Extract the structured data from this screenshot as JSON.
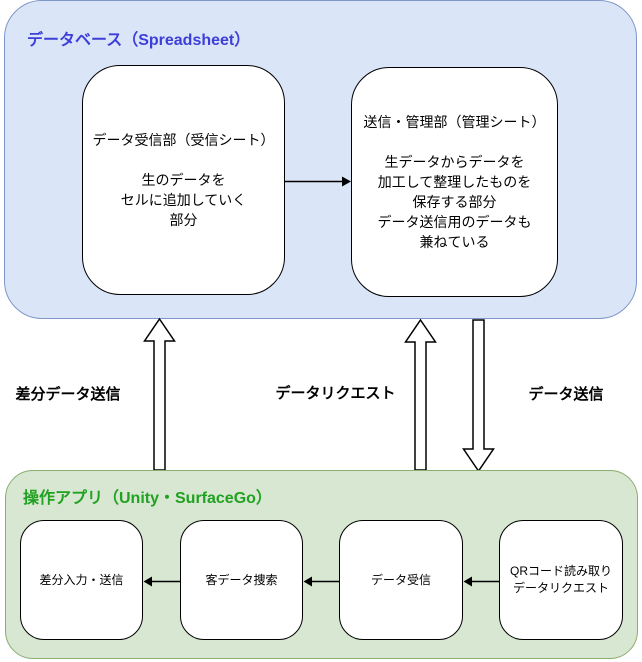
{
  "database": {
    "title": "データベース（Spreadsheet）",
    "receive_box": "データ受信部（受信シート）\n\n生のデータを\nセルに追加していく\n部分",
    "manage_box": "送信・管理部（管理シート）\n\n生データからデータを\n加工して整理したものを\n保存する部分\nデータ送信用のデータも\n兼ねている"
  },
  "app": {
    "title": "操作アプリ（Unity・SurfaceGo）",
    "diff_box": "差分入力・送信",
    "search_box": "客データ捜索",
    "receive_box": "データ受信",
    "qr_box": "QRコード読み取り\nデータリクエスト"
  },
  "flow_labels": {
    "diff_send": "差分データ送信",
    "data_request": "データリクエスト",
    "data_send": "データ送信"
  },
  "colors": {
    "database_fill": "#dae6f8",
    "database_border": "#7e97c9",
    "database_title": "#3e3ed8",
    "app_fill": "#d7e7d1",
    "app_border": "#8aad70",
    "app_title": "#21a121",
    "node_fill": "#ffffff",
    "node_border": "#000000"
  }
}
